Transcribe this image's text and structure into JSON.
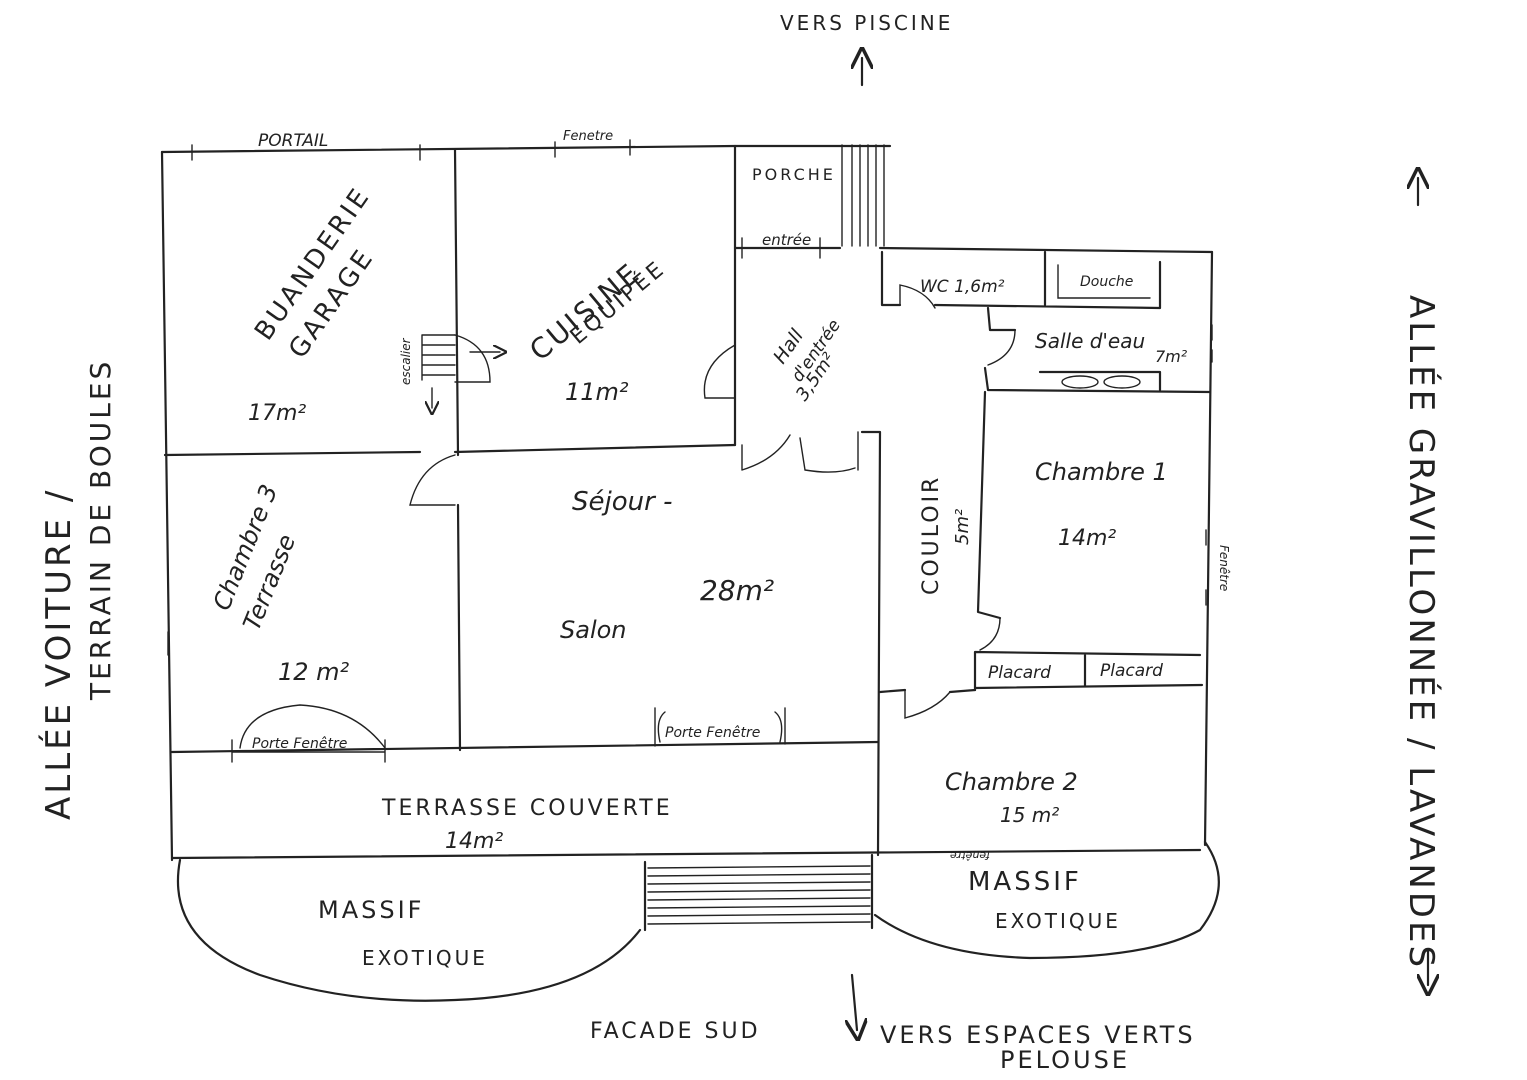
{
  "surroundings": {
    "north": "VERS PISCINE",
    "west_line1": "ALLÉE VOITURE /",
    "west_line2": "TERRAIN DE BOULES",
    "east": "ALLÉE GRAVILLONNÉE / LAVANDES",
    "south_facade": "FACADE SUD",
    "south_line1": "VERS ESPACES VERTS",
    "south_line2": "PELOUSE"
  },
  "openings": {
    "portail": "PORTAIL",
    "fenetre_top": "Fenetre",
    "entree": "entrée",
    "escalier": "escalier",
    "fenetre_right": "Fenêtre",
    "fenetre_bottom": "fenêtre",
    "porte_fenetre_1": "Porte Fenêtre",
    "porte_fenetre_2": "Porte Fenêtre"
  },
  "rooms": {
    "buanderie_line1": "BUANDERIE",
    "buanderie_line2": "GARAGE",
    "buanderie_area": "17m²",
    "cuisine_line1": "CUISINE",
    "cuisine_line2": "EQUIPÉE",
    "cuisine_area": "11m²",
    "porche": "PORCHE",
    "hall_line1": "Hall",
    "hall_line2": "d'entrée",
    "hall_area": "3,5m²",
    "wc": "WC 1,6m²",
    "douche": "Douche",
    "salle_eau": "Salle d'eau",
    "salle_eau_area": "7m²",
    "chambre1": "Chambre 1",
    "chambre1_area": "14m²",
    "couloir": "COULOIR",
    "couloir_area": "5m²",
    "sejour": "Séjour -",
    "sejour_area": "28m²",
    "salon": "Salon",
    "chambre3_line1": "Chambre 3",
    "chambre3_line2": "Terrasse",
    "chambre3_area": "12 m²",
    "placard_1": "Placard",
    "placard_2": "Placard",
    "chambre2": "Chambre 2",
    "chambre2_area": "15 m²",
    "terrasse": "TERRASSE COUVERTE",
    "terrasse_area": "14m²",
    "massif_left_1": "MASSIF",
    "massif_left_2": "EXOTIQUE",
    "massif_right_1": "MASSIF",
    "massif_right_2": "EXOTIQUE"
  }
}
